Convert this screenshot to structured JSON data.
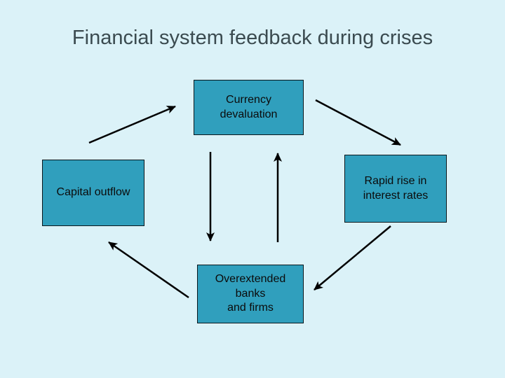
{
  "slide": {
    "title": "Financial system feedback during crises"
  },
  "colors": {
    "background": "#DBF2F8",
    "title": "#3B4B50",
    "box_fill": "#309FBD",
    "box_border": "#0A161B",
    "box_text": "#0B0B0B",
    "arrow": "#000000"
  },
  "diagram": {
    "nodes": {
      "currency": {
        "label": "Currency\ndevaluation"
      },
      "capital": {
        "label": "Capital outflow"
      },
      "rates": {
        "label": "Rapid rise in\ninterest rates"
      },
      "banks": {
        "label": "Overextended\nbanks\nand firms"
      }
    },
    "edges": [
      {
        "from": "capital",
        "to": "currency",
        "direction": "up-right"
      },
      {
        "from": "currency",
        "to": "rates",
        "direction": "down-right"
      },
      {
        "from": "currency",
        "to": "banks",
        "direction": "down"
      },
      {
        "from": "banks",
        "to": "currency",
        "direction": "up"
      },
      {
        "from": "rates",
        "to": "banks",
        "direction": "down-left"
      },
      {
        "from": "banks",
        "to": "capital",
        "direction": "up-left"
      }
    ]
  }
}
